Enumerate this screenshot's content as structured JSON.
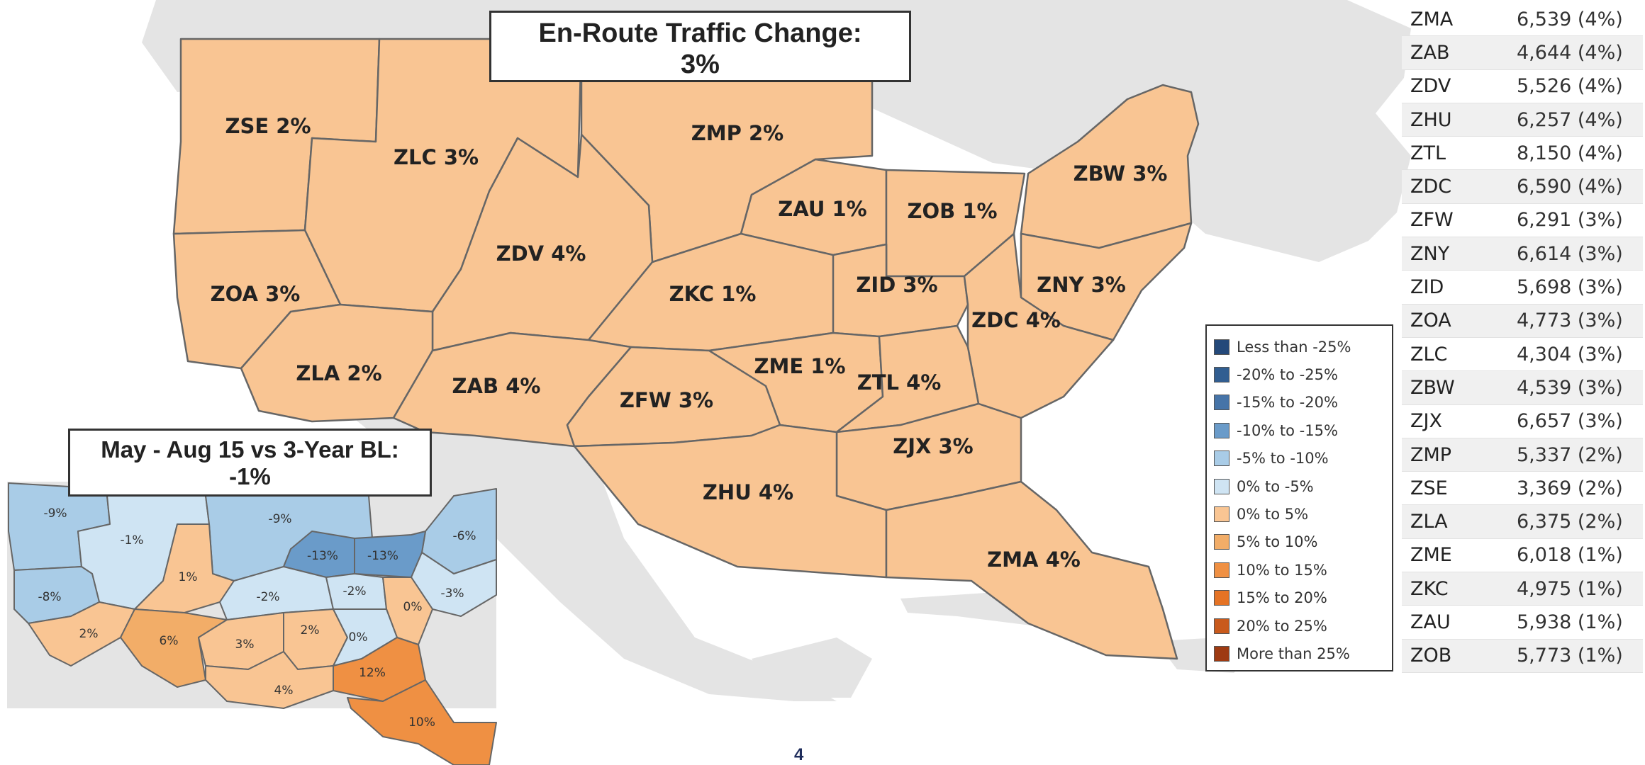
{
  "main_title": {
    "line1": "En-Route Traffic Change:",
    "line2": "3%"
  },
  "inset_title": {
    "line1": "May - Aug 15 vs 3-Year BL:",
    "line2": "-1%"
  },
  "page_number": "4",
  "colors": {
    "water": "#ffffff",
    "land": "#e4e4e4",
    "border": "#666666",
    "up_0_5": "#f9c593",
    "up_5_10": "#f2ad68",
    "up_10_15": "#ef9043",
    "down_0_5": "#cfe4f3",
    "down_5_10": "#a9cce7",
    "down_10_15": "#7aaad6"
  },
  "centers": [
    {
      "id": "ZSE",
      "label": "ZSE 2%"
    },
    {
      "id": "ZLC",
      "label": "ZLC 3%"
    },
    {
      "id": "ZMP",
      "label": "ZMP 2%"
    },
    {
      "id": "ZBW",
      "label": "ZBW 3%"
    },
    {
      "id": "ZAU",
      "label": "ZAU 1%"
    },
    {
      "id": "ZOB",
      "label": "ZOB 1%"
    },
    {
      "id": "ZDV",
      "label": "ZDV 4%"
    },
    {
      "id": "ZOA",
      "label": "ZOA 3%"
    },
    {
      "id": "ZKC",
      "label": "ZKC 1%"
    },
    {
      "id": "ZID",
      "label": "ZID 3%"
    },
    {
      "id": "ZNY",
      "label": "ZNY 3%"
    },
    {
      "id": "ZDC",
      "label": "ZDC 4%"
    },
    {
      "id": "ZLA",
      "label": "ZLA 2%"
    },
    {
      "id": "ZME",
      "label": "ZME 1%"
    },
    {
      "id": "ZAB",
      "label": "ZAB 4%"
    },
    {
      "id": "ZTL",
      "label": "ZTL 4%"
    },
    {
      "id": "ZFW",
      "label": "ZFW 3%"
    },
    {
      "id": "ZJX",
      "label": "ZJX 3%"
    },
    {
      "id": "ZHU",
      "label": "ZHU 4%"
    },
    {
      "id": "ZMA",
      "label": "ZMA 4%"
    }
  ],
  "inset_labels": [
    "-9%",
    "-1%",
    "-9%",
    "-6%",
    "-13%",
    "-13%",
    "1%",
    "-8%",
    "-2%",
    "-2%",
    "-3%",
    "0%",
    "2%",
    "6%",
    "3%",
    "2%",
    "0%",
    "4%",
    "12%",
    "10%"
  ],
  "legend": [
    {
      "label": "Less than -25%",
      "color": "#24497a"
    },
    {
      "label": "-20% to -25%",
      "color": "#315e91"
    },
    {
      "label": "-15% to -20%",
      "color": "#4674a8"
    },
    {
      "label": "-10% to -15%",
      "color": "#6a9bc9"
    },
    {
      "label": "-5% to -10%",
      "color": "#a9cce7"
    },
    {
      "label": "0% to -5%",
      "color": "#cfe4f3"
    },
    {
      "label": "0% to 5%",
      "color": "#f9c593"
    },
    {
      "label": "5% to 10%",
      "color": "#f2ad68"
    },
    {
      "label": "10% to 15%",
      "color": "#ef9043"
    },
    {
      "label": "15% to 20%",
      "color": "#e57325"
    },
    {
      "label": "20% to 25%",
      "color": "#c95a1c"
    },
    {
      "label": "More than 25%",
      "color": "#9e3a12"
    }
  ],
  "ranking": [
    {
      "center": "ZMA",
      "value": "6,539 (4%)"
    },
    {
      "center": "ZAB",
      "value": "4,644 (4%)"
    },
    {
      "center": "ZDV",
      "value": "5,526 (4%)"
    },
    {
      "center": "ZHU",
      "value": "6,257 (4%)"
    },
    {
      "center": "ZTL",
      "value": "8,150 (4%)"
    },
    {
      "center": "ZDC",
      "value": "6,590 (4%)"
    },
    {
      "center": "ZFW",
      "value": "6,291 (3%)"
    },
    {
      "center": "ZNY",
      "value": "6,614 (3%)"
    },
    {
      "center": "ZID",
      "value": "5,698 (3%)"
    },
    {
      "center": "ZOA",
      "value": "4,773 (3%)"
    },
    {
      "center": "ZLC",
      "value": "4,304 (3%)"
    },
    {
      "center": "ZBW",
      "value": "4,539 (3%)"
    },
    {
      "center": "ZJX",
      "value": "6,657 (3%)"
    },
    {
      "center": "ZMP",
      "value": "5,337 (2%)"
    },
    {
      "center": "ZSE",
      "value": "3,369 (2%)"
    },
    {
      "center": "ZLA",
      "value": "6,375 (2%)"
    },
    {
      "center": "ZME",
      "value": "6,018 (1%)"
    },
    {
      "center": "ZKC",
      "value": "4,975 (1%)"
    },
    {
      "center": "ZAU",
      "value": "5,938 (1%)"
    },
    {
      "center": "ZOB",
      "value": "5,773 (1%)"
    }
  ]
}
